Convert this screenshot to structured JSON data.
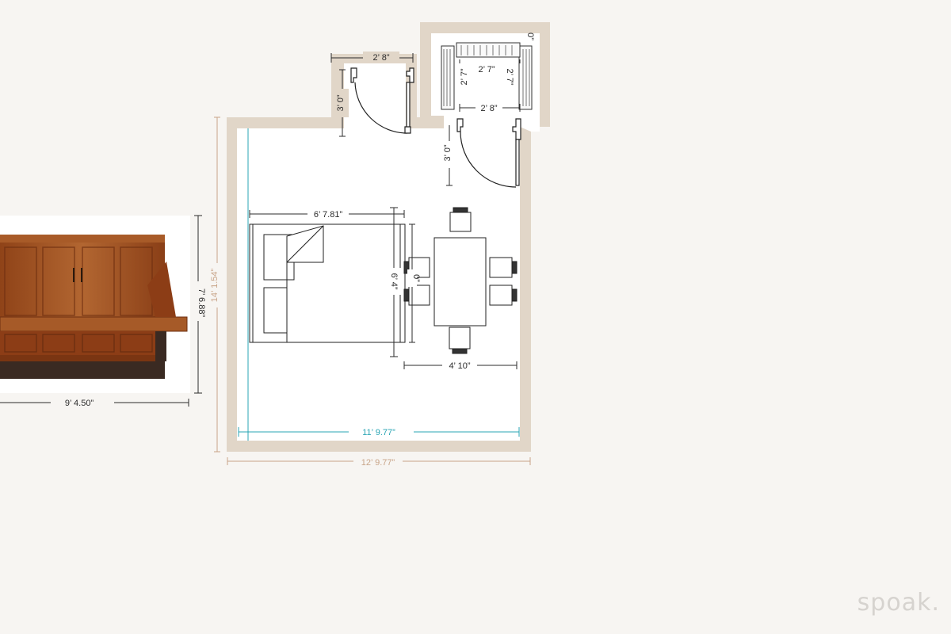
{
  "brand": "spoak.",
  "dimensions": {
    "door_top_width": "2’ 8”",
    "door_top_swing": "3’ 0”",
    "closet_width": "2’ 7”",
    "closet_depth_left": "2’ 7”",
    "closet_depth_right": "2’ 7”",
    "closet_bottom": "2’ 8”",
    "closet_corner": "0”",
    "door_right_swing": "3’ 0”",
    "bed_width": "6’ 7.81”",
    "bed_length": "6’ 4”",
    "bed_length_inner": "0”",
    "table_width": "4’ 10”",
    "room_height": "14’ 1.54”",
    "room_inner_width": "11’ 9.77”",
    "room_outer_width": "12’ 9.77”",
    "murphy_height": "7’ 6.88”",
    "murphy_width": "9’ 4.50”"
  },
  "colors": {
    "wall": "#e1d6c8",
    "floor": "#ffffff",
    "background": "#f7f5f2",
    "dim_dark": "#2b2b2b",
    "dim_tan": "#c8a488",
    "dim_teal": "#2aa5b4",
    "wood": "#9c4e22"
  }
}
